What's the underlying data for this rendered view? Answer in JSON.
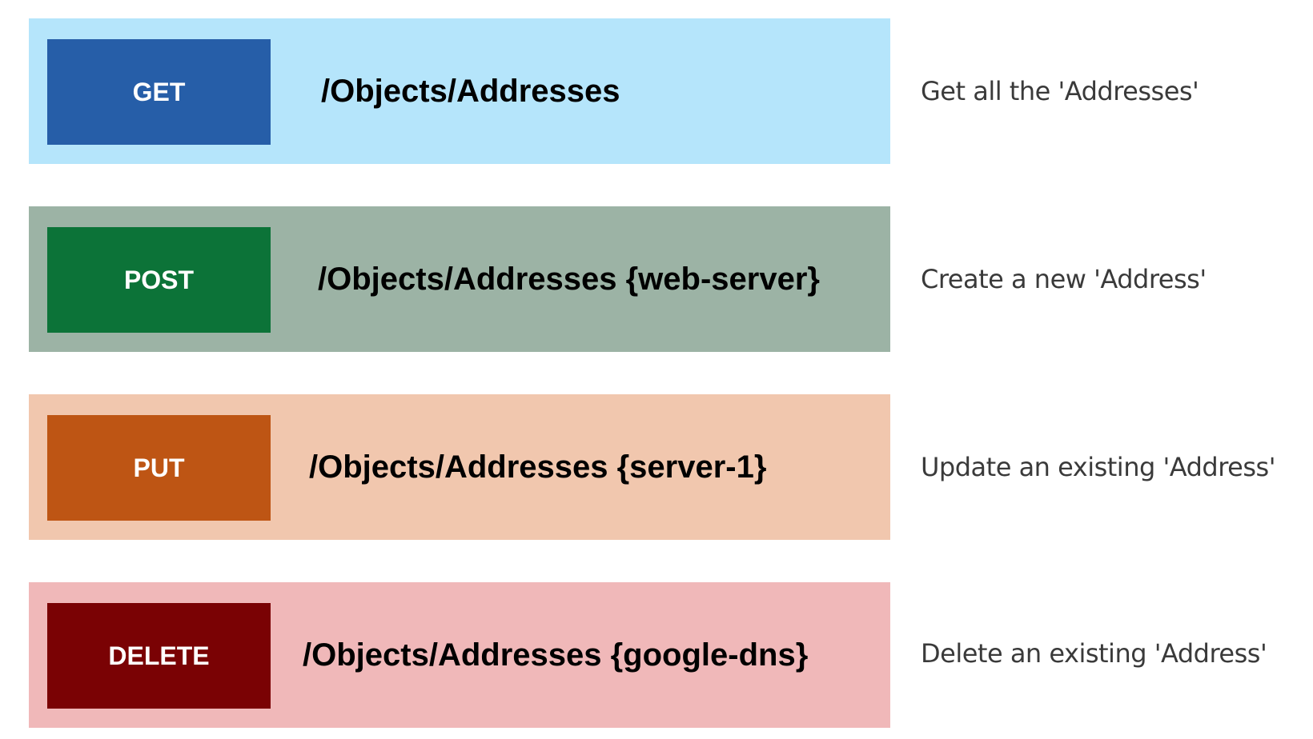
{
  "endpoints": [
    {
      "method": "GET",
      "path": "/Objects/Addresses",
      "description": "Get all the 'Addresses'",
      "row_color": "#b5e5fb",
      "badge_color": "#265ea8"
    },
    {
      "method": "POST",
      "path": "/Objects/Addresses {web-server}",
      "description": "Create a new 'Address'",
      "row_color": "#9cb3a5",
      "badge_color": "#0c7338"
    },
    {
      "method": "PUT",
      "path": "/Objects/Addresses {server-1}",
      "description": "Update an existing 'Address'",
      "row_color": "#f1c7ae",
      "badge_color": "#be5514"
    },
    {
      "method": "DELETE",
      "path": "/Objects/Addresses {google-dns}",
      "description": "Delete an existing 'Address'",
      "row_color": "#f0b8b9",
      "badge_color": "#7a0204"
    }
  ]
}
